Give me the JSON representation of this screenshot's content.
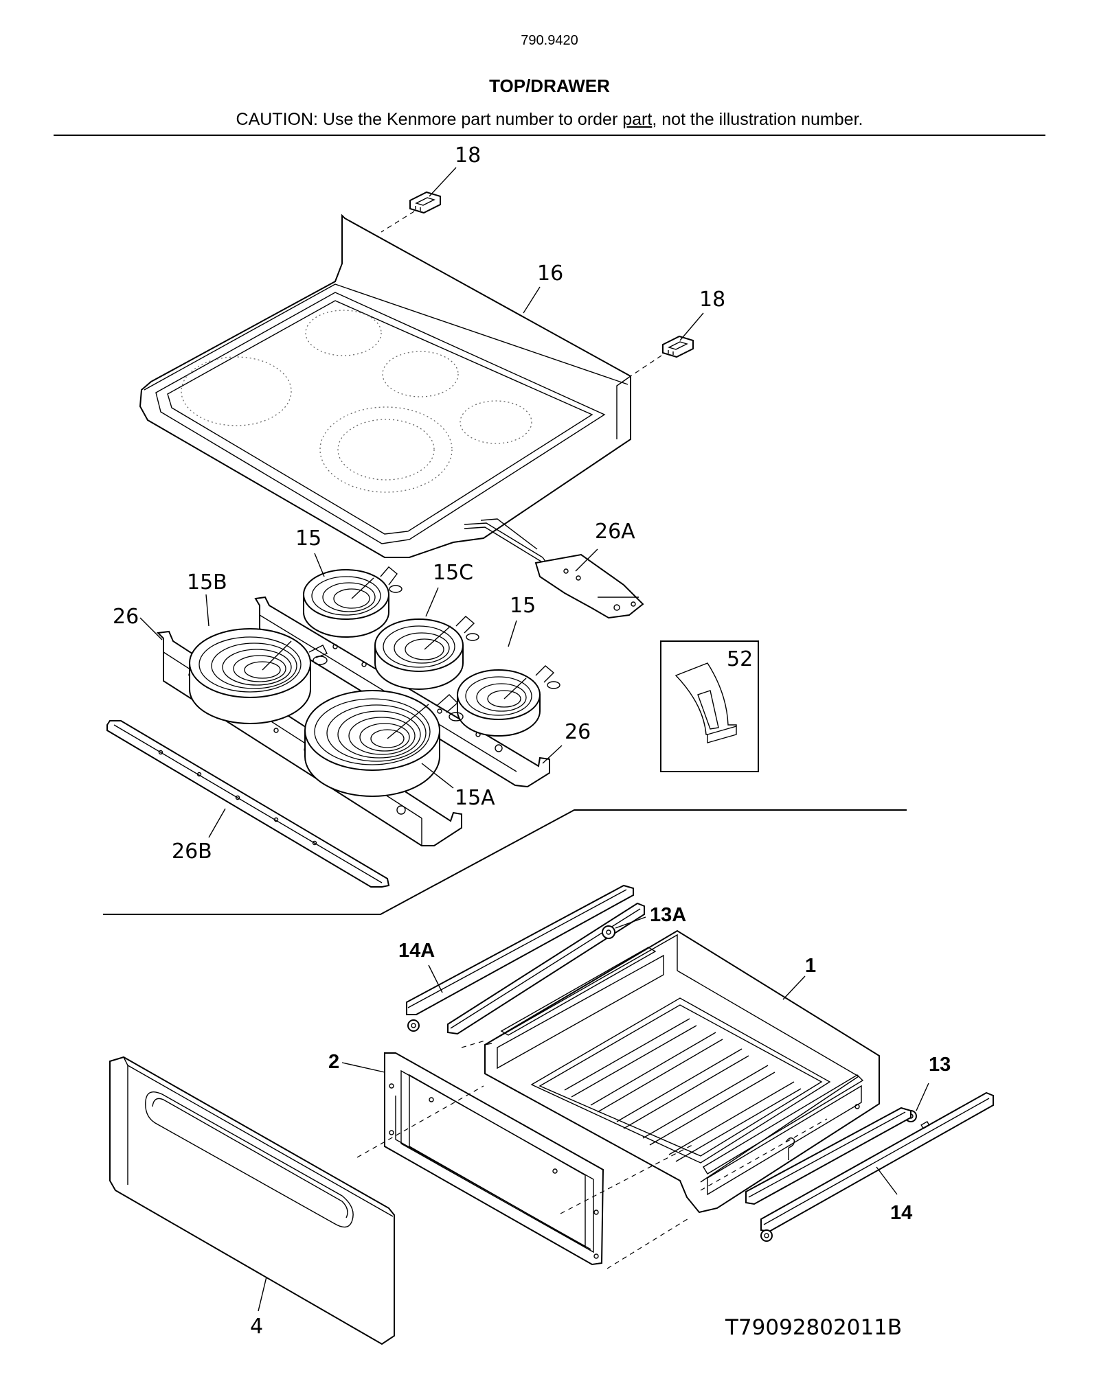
{
  "header": {
    "model_number": "790.9420",
    "section_title": "TOP/DRAWER",
    "caution_prefix": "CAUTION: Use the Kenmore part number to order ",
    "caution_link": "part",
    "caution_suffix": ", not the illustration number."
  },
  "callouts": {
    "c18_top": "18",
    "c18_right": "18",
    "c16": "16",
    "c26A": "26A",
    "c15_top": "15",
    "c15B": "15B",
    "c15C": "15C",
    "c15_right": "15",
    "c26_left": "26",
    "c52": "52",
    "c26_right": "26",
    "c15A": "15A",
    "c26B": "26B",
    "c13A": "13A",
    "c14A": "14A",
    "c1": "1",
    "c2": "2",
    "c13": "13",
    "c14": "14",
    "c4": "4"
  },
  "footer": {
    "drawing_code": "T79092802011B"
  }
}
